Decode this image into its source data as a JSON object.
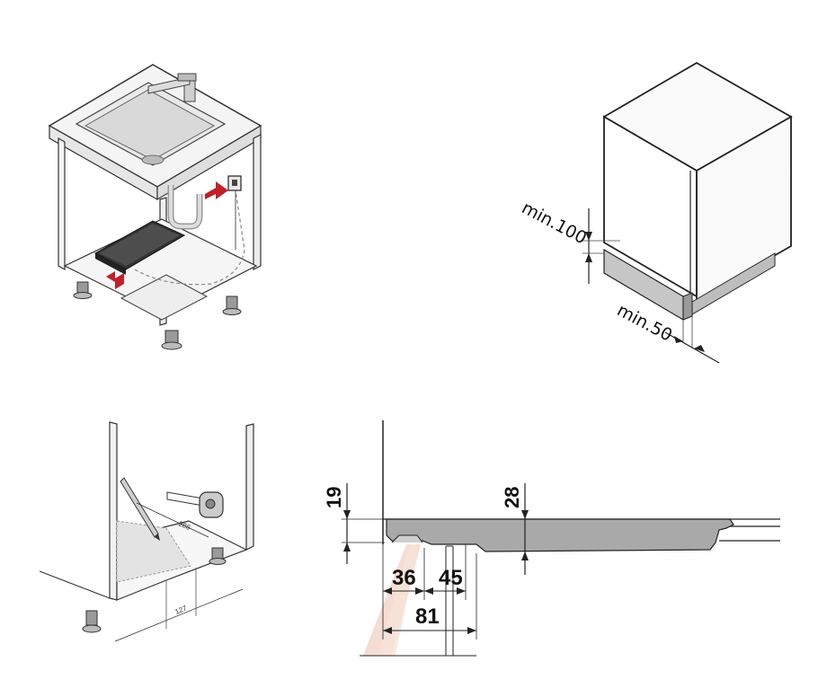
{
  "labels": {
    "min_100": "min.100",
    "min_50": "min.50",
    "dim_19": "19",
    "dim_28": "28",
    "dim_36": "36",
    "dim_45": "45",
    "dim_81": "81",
    "dim_286": "286",
    "dim_127": "127"
  },
  "colors": {
    "arrow_red": "#c0202a",
    "line": "#222222",
    "plinth_gray": "#c8c8c8",
    "panel_gray": "#a9a9a9",
    "warm_glow": "#f3d2c4"
  }
}
